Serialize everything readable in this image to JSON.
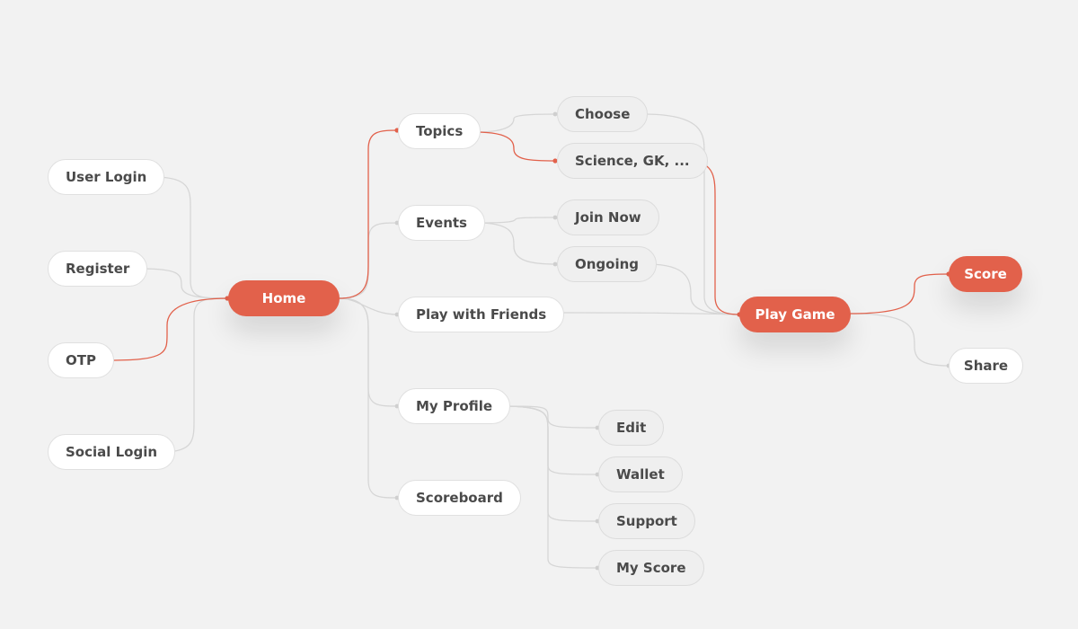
{
  "colors": {
    "accent": "#e2614b",
    "line": "#d6d6d6",
    "background": "#f2f2f2",
    "node_text": "#4a4a4a"
  },
  "nodes": {
    "user_login": "User Login",
    "register": "Register",
    "otp": "OTP",
    "social_login": "Social Login",
    "home": "Home",
    "topics": "Topics",
    "events": "Events",
    "play_with_friends": "Play with Friends",
    "my_profile": "My Profile",
    "scoreboard": "Scoreboard",
    "choose": "Choose",
    "science_gk": "Science, GK, ...",
    "join_now": "Join Now",
    "ongoing": "Ongoing",
    "edit": "Edit",
    "wallet": "Wallet",
    "support": "Support",
    "my_score": "My Score",
    "play_game": "Play Game",
    "score": "Score",
    "share": "Share"
  }
}
